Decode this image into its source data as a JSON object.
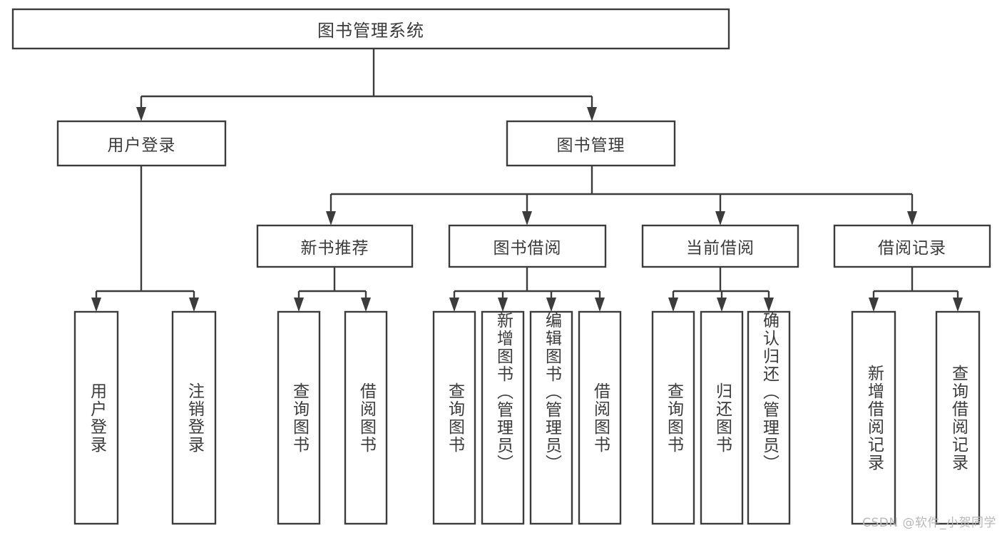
{
  "diagram": {
    "title": "图书管理系统",
    "type": "tree-hierarchy",
    "orientation": "top-down",
    "colors": {
      "box_stroke": "#3c3c3c",
      "box_fill": "#ffffff",
      "text": "#3b3b3b",
      "connector": "#3c3c3c",
      "background": "#ffffff",
      "watermark": "#b9b9b9"
    },
    "root": {
      "label": "图书管理系统"
    },
    "level1": [
      {
        "label": "用户登录"
      },
      {
        "label": "图书管理"
      }
    ],
    "level2": [
      {
        "label": "新书推荐"
      },
      {
        "label": "图书借阅"
      },
      {
        "label": "当前借阅"
      },
      {
        "label": "借阅记录"
      }
    ],
    "leaves": {
      "user_login": [
        {
          "label": "用户登录"
        },
        {
          "label": "注销登录"
        }
      ],
      "new_book_recommend": [
        {
          "label": "查询图书"
        },
        {
          "label": "借阅图书"
        }
      ],
      "book_borrow": [
        {
          "label": "查询图书"
        },
        {
          "label": "新增图书（管理员）"
        },
        {
          "label": "编辑图书（管理员）"
        },
        {
          "label": "借阅图书"
        }
      ],
      "current_borrow": [
        {
          "label": "查询图书"
        },
        {
          "label": "归还图书"
        },
        {
          "label": "确认归还（管理员）"
        }
      ],
      "borrow_record": [
        {
          "label": "新增借阅记录"
        },
        {
          "label": "查询借阅记录"
        }
      ]
    }
  },
  "watermark": {
    "text": "CSDN @软件_小贺同学"
  }
}
